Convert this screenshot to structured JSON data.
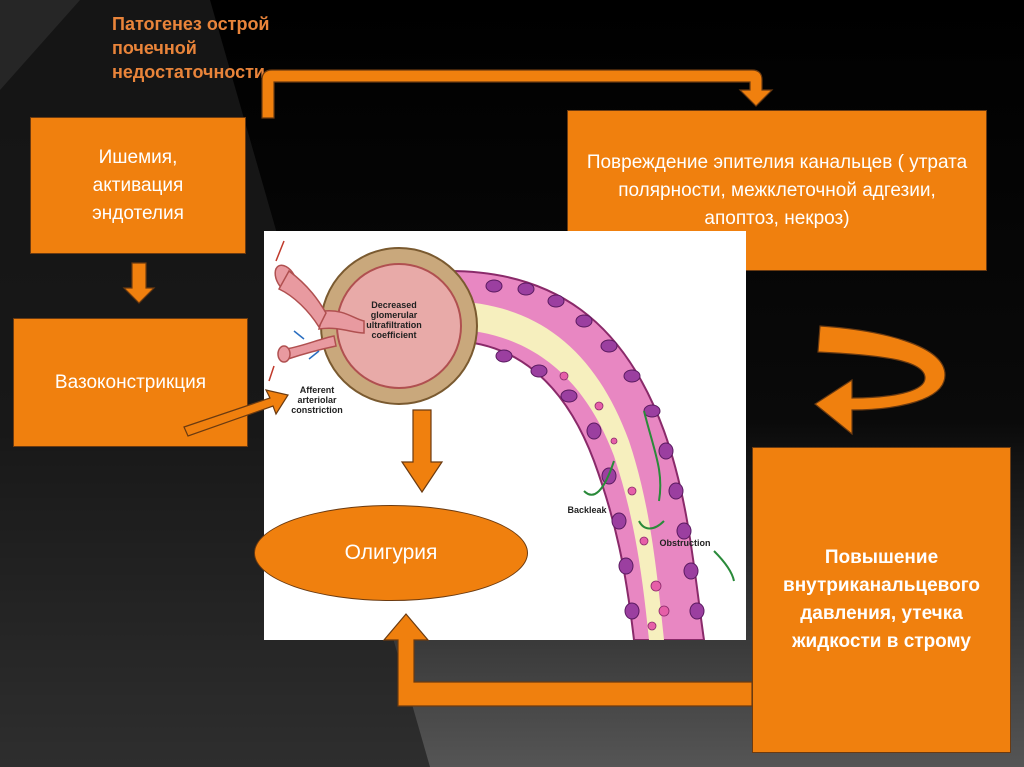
{
  "title": "Патогенез острой\nпочечной\nнедостаточности",
  "boxes": {
    "ischemia": "Ишемия,\nактивация\nэндотелия",
    "vasoconstriction": "Вазоконстрикция",
    "epithelial_damage": "Повреждение эпителия канальцев ( утрата полярности, межклеточной адгезии, апоптоз, некроз)",
    "pressure": "Повышение внутриканальцевого давления, утечка жидкости в строму",
    "oliguria": "Олигурия"
  },
  "illustration": {
    "glomerulus_label": "Decreased\nglomerular\nultrafiltration\ncoefficient",
    "afferent_label": "Afferent\narteriolar\nconstriction",
    "backleak_label": "Backleak",
    "obstruction_label": "Obstruction"
  },
  "colors": {
    "box": "#f0800e",
    "title": "#e9843a",
    "background": "#000000"
  }
}
